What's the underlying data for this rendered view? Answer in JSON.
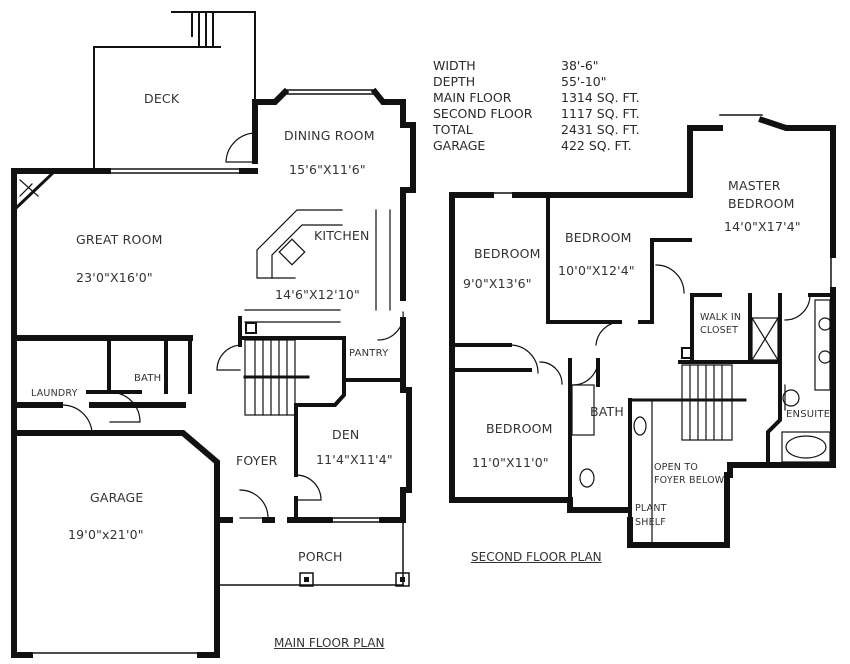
{
  "specs": [
    {
      "label": "WIDTH",
      "value": "38'-6\""
    },
    {
      "label": "DEPTH",
      "value": "55'-10\""
    },
    {
      "label": "MAIN FLOOR",
      "value": "1314 SQ. FT."
    },
    {
      "label": "SECOND FLOOR",
      "value": "1117 SQ. FT."
    },
    {
      "label": "TOTAL",
      "value": "2431 SQ. FT."
    },
    {
      "label": "GARAGE",
      "value": "422 SQ. FT."
    }
  ],
  "main_floor": {
    "title": "MAIN FLOOR PLAN",
    "rooms": {
      "deck": {
        "name": "DECK"
      },
      "dining": {
        "name": "DINING ROOM",
        "size": "15'6\"X11'6\""
      },
      "great": {
        "name": "GREAT ROOM",
        "size": "23'0\"X16'0\""
      },
      "kitchen": {
        "name": "KITCHEN",
        "size": "14'6\"X12'10\""
      },
      "pantry": {
        "name": "PANTRY"
      },
      "laundry": {
        "name": "LAUNDRY"
      },
      "bath": {
        "name": "BATH"
      },
      "foyer": {
        "name": "FOYER"
      },
      "den": {
        "name": "DEN",
        "size": "11'4\"X11'4\""
      },
      "garage": {
        "name": "GARAGE",
        "size": "19'0\"x21'0\""
      },
      "porch": {
        "name": "PORCH"
      }
    }
  },
  "second_floor": {
    "title": "SECOND FLOOR PLAN",
    "rooms": {
      "master": {
        "name_line1": "MASTER",
        "name_line2": "BEDROOM",
        "size": "14'0\"X17'4\""
      },
      "bed1": {
        "name": "BEDROOM",
        "size": "9'0\"X13'6\""
      },
      "bed2": {
        "name": "BEDROOM",
        "size": "10'0\"X12'4\""
      },
      "bed3": {
        "name": "BEDROOM",
        "size": "11'0\"X11'0\""
      },
      "closet": {
        "name_line1": "WALK IN",
        "name_line2": "CLOSET"
      },
      "bath": {
        "name": "BATH"
      },
      "ensuite": {
        "name": "ENSUITE"
      },
      "open": {
        "name_line1": "OPEN TO",
        "name_line2": "FOYER BELOW"
      },
      "shelf": {
        "name_line1": "PLANT",
        "name_line2": "SHELF"
      }
    }
  }
}
